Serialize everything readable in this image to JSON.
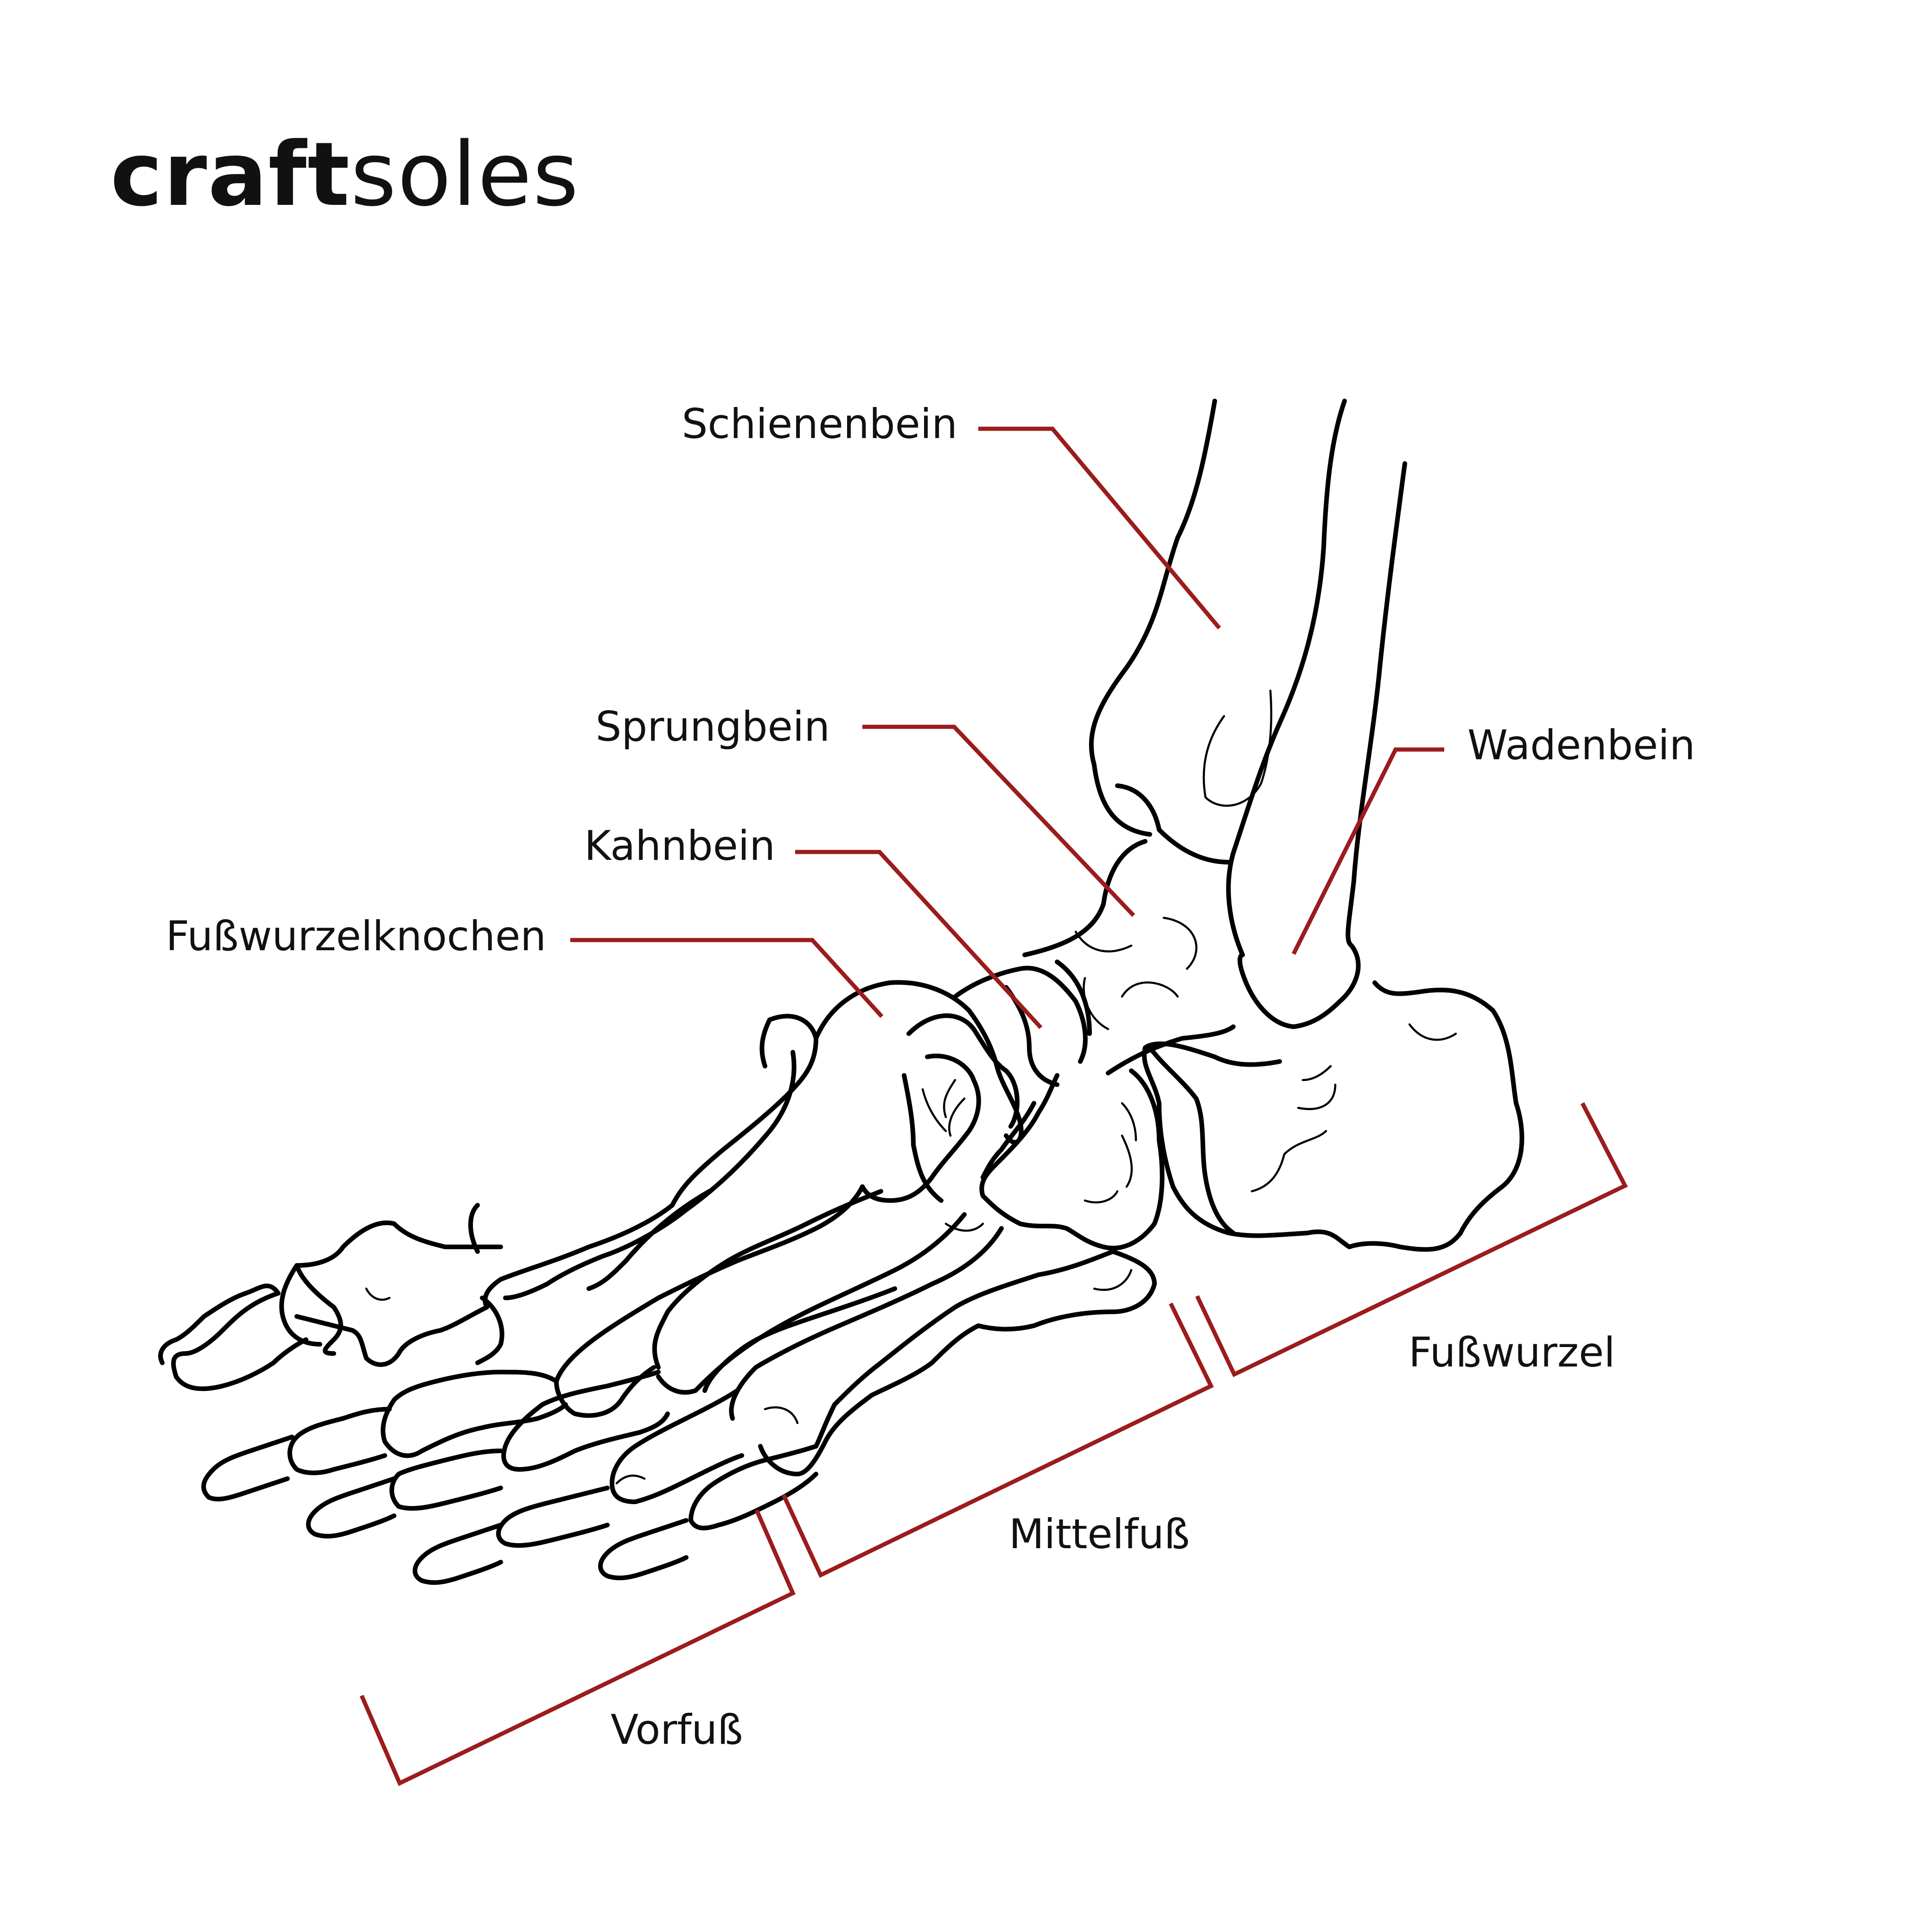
{
  "brand": {
    "logo_bold": "craft",
    "logo_light": "soles"
  },
  "labels": {
    "schienenbein": "Schienenbein",
    "sprungbein": "Sprungbein",
    "wadenbein": "Wadenbein",
    "kahnbein": "Kahnbein",
    "fusswurzelknochen": "Fußwurzelknochen",
    "fusswurzel": "Fußwurzel",
    "mittelfuss": "Mittelfuß",
    "vorfuss": "Vorfuß"
  },
  "colors": {
    "leader": "#9b1c1c",
    "outline": "#000000",
    "background": "#ffffff"
  }
}
